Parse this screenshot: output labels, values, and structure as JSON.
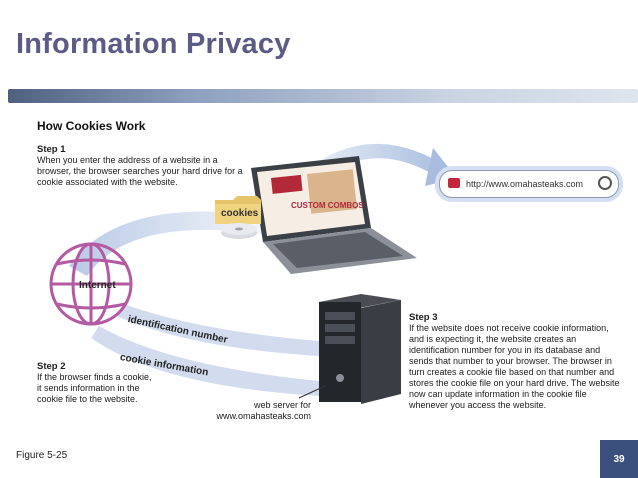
{
  "slide": {
    "title": "Information Privacy",
    "caption": "Figure 5-25",
    "page_number": "39"
  },
  "figure": {
    "heading": "How Cookies Work",
    "step1": {
      "title": "Step 1",
      "text": "When you enter the address of a website in a browser, the browser searches your hard drive for a cookie associated with the website."
    },
    "step2": {
      "title": "Step 2",
      "text": "If the browser finds a cookie, it sends information in the cookie file to the website."
    },
    "step3": {
      "title": "Step 3",
      "text": "If the website does not receive cookie information, and is expecting it, the website creates an identification number for you in its database and sends that number to your browser. The browser in turn creates a cookie file based on that number and stores the cookie file on your hard drive. The website now can update information in the cookie file whenever you access the website."
    },
    "url": "http://www.omahasteaks.com",
    "internet_label": "Internet",
    "cookies_label": "cookies",
    "identification_label": "identification number",
    "cookie_info_label": "cookie information",
    "server_label": "web server for www.omahasteaks.com",
    "screen_text": "CUSTOM COMBOS"
  },
  "colors": {
    "title": "#5b5b86",
    "accent_bar": "#4f607f",
    "badge": "#3a4f7b",
    "globe": "#b45aa3",
    "arrow": "#9eb3d6"
  }
}
